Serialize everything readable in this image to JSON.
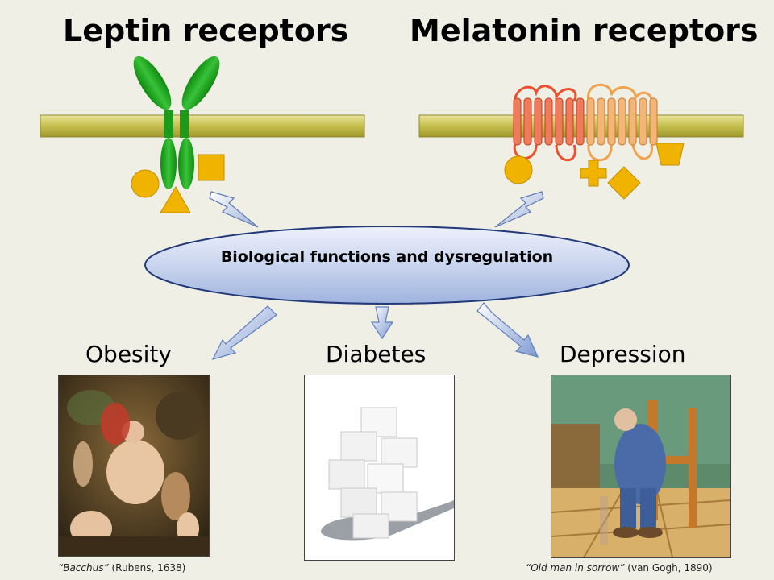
{
  "titles": {
    "leptin": "Leptin receptors",
    "melatonin": "Melatonin receptors"
  },
  "central": {
    "label": "Biological functions and dysregulation"
  },
  "categories": {
    "obesity": "Obesity",
    "diabetes": "Diabetes",
    "depression": "Depression"
  },
  "captions": {
    "bacchus_title": "“Bacchus”",
    "bacchus_rest": " (Rubens, 1638)",
    "sorrow_title": "“Old man in sorrow”",
    "sorrow_rest": " (van Gogh, 1890)"
  },
  "colors": {
    "membrane": "#c9c35a",
    "leptin_receptor": "#22a322",
    "ligand": "#f0b400",
    "mt_receptor_1": "#ef5a35",
    "mt_receptor_2": "#f0a050",
    "ellipse": "#c8d4ee"
  }
}
